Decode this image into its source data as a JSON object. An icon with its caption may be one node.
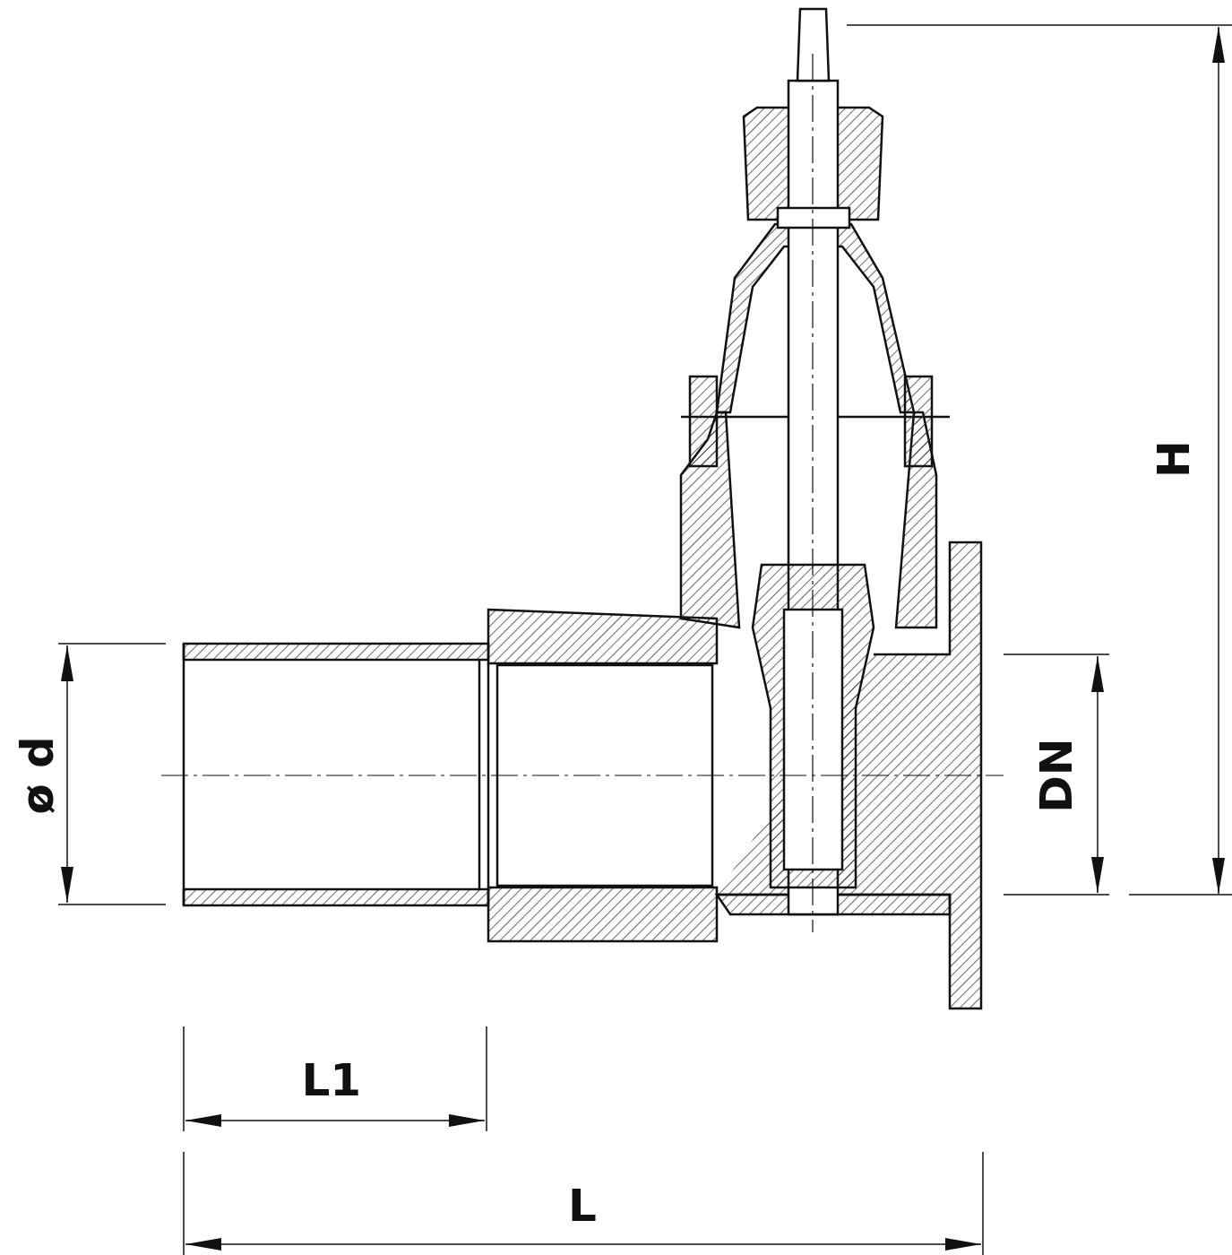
{
  "diagram": {
    "labels": [
      "H",
      "ø d",
      "DN",
      "L1",
      "L"
    ]
  }
}
